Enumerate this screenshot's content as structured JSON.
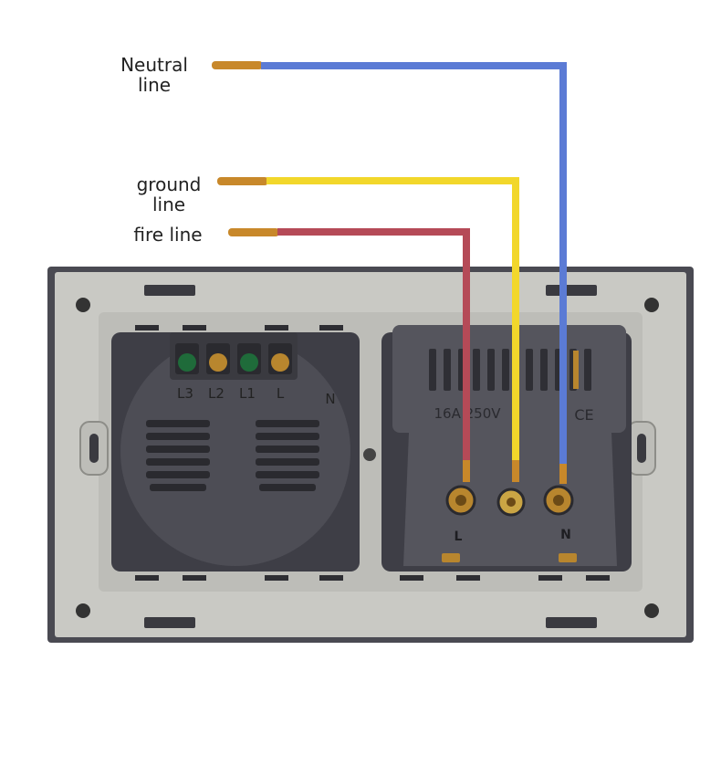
{
  "labels": {
    "neutral_line_1": "Neutral",
    "neutral_line_2": "line",
    "ground_line_1": "ground",
    "ground_line_2": "line",
    "fire_line": "fire line"
  },
  "switch_module": {
    "terminals": [
      "L3",
      "L2",
      "L1",
      "L",
      "N"
    ]
  },
  "socket_module": {
    "rating": "16A 250V",
    "mark": "CE",
    "terminal_left": "L",
    "terminal_right": "N"
  },
  "colors": {
    "neutral_wire": "#5b7bd5",
    "ground_wire": "#f2d72b",
    "fire_wire": "#b54a57",
    "copper": "#c8882a",
    "frame": "#4a4a52",
    "plate": "#c9c9c4",
    "module": "#4d4d55"
  }
}
